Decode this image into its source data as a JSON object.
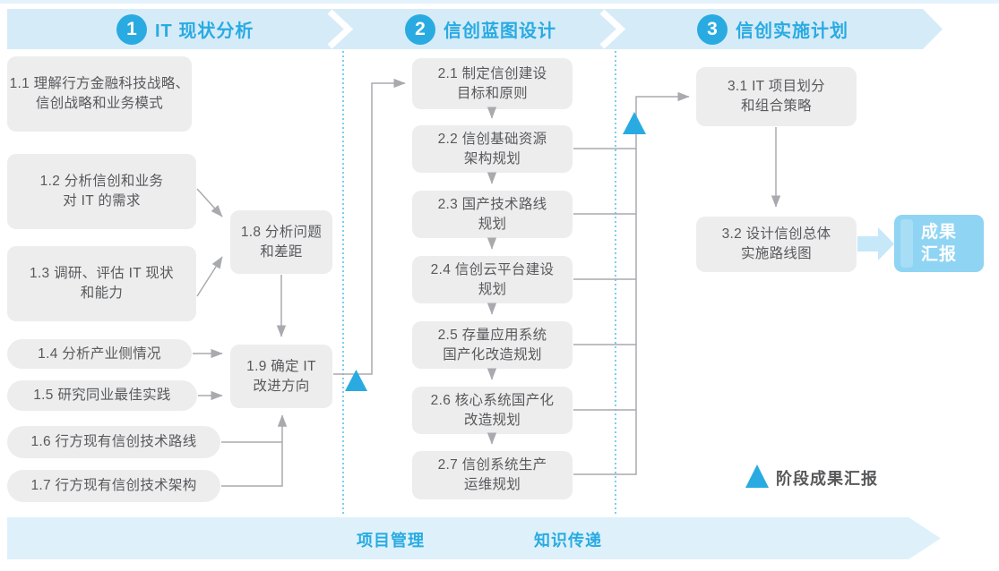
{
  "header": {
    "phases": [
      {
        "num": "1",
        "title": "IT 现状分析"
      },
      {
        "num": "2",
        "title": "信创蓝图设计"
      },
      {
        "num": "3",
        "title": "信创实施计划"
      }
    ]
  },
  "phase1": {
    "b11": {
      "l1": "1.1 理解行方金融科技战略、",
      "l2": "信创战略和业务模式"
    },
    "b12": {
      "l1": "1.2 分析信创和业务",
      "l2": "对 IT 的需求"
    },
    "b13": {
      "l1": "1.3 调研、评估 IT 现状",
      "l2": "和能力"
    },
    "b14": {
      "l1": "1.4 分析产业侧情况"
    },
    "b15": {
      "l1": "1.5 研究同业最佳实践"
    },
    "b16": {
      "l1": "1.6 行方现有信创技术路线"
    },
    "b17": {
      "l1": "1.7 行方现有信创技术架构"
    },
    "b18": {
      "l1": "1.8 分析问题",
      "l2": "和差距"
    },
    "b19": {
      "l1": "1.9 确定 IT",
      "l2": "改进方向"
    }
  },
  "phase2": {
    "b21": {
      "l1": "2.1 制定信创建设",
      "l2": "目标和原则"
    },
    "b22": {
      "l1": "2.2 信创基础资源",
      "l2": "架构规划"
    },
    "b23": {
      "l1": "2.3 国产技术路线",
      "l2": "规划"
    },
    "b24": {
      "l1": "2.4 信创云平台建设",
      "l2": "规划"
    },
    "b25": {
      "l1": "2.5 存量应用系统",
      "l2": "国产化改造规划"
    },
    "b26": {
      "l1": "2.6 核心系统国产化",
      "l2": "改造规划"
    },
    "b27": {
      "l1": "2.7 信创系统生产",
      "l2": "运维规划"
    }
  },
  "phase3": {
    "b31": {
      "l1": "3.1 IT 项目划分",
      "l2": "和组合策略"
    },
    "b32": {
      "l1": "3.2 设计信创总体",
      "l2": "实施路线图"
    },
    "result": {
      "l1": "成果",
      "l2": "汇报"
    }
  },
  "bottom": {
    "labels": [
      "项目管理",
      "知识传递"
    ]
  },
  "legend": {
    "marker": "triangle",
    "label": "阶段成果汇报"
  },
  "colors": {
    "accent_blue": "#29abe2",
    "band_blue": "#d6ebf8",
    "bottom_band_blue": "#def1fb",
    "box_gray": "#ededee",
    "box_text": "#58595b",
    "connector_gray": "#a8aaad",
    "result_fill": "#8fd4f3",
    "block_arrow_fill": "#c6e8f9"
  }
}
